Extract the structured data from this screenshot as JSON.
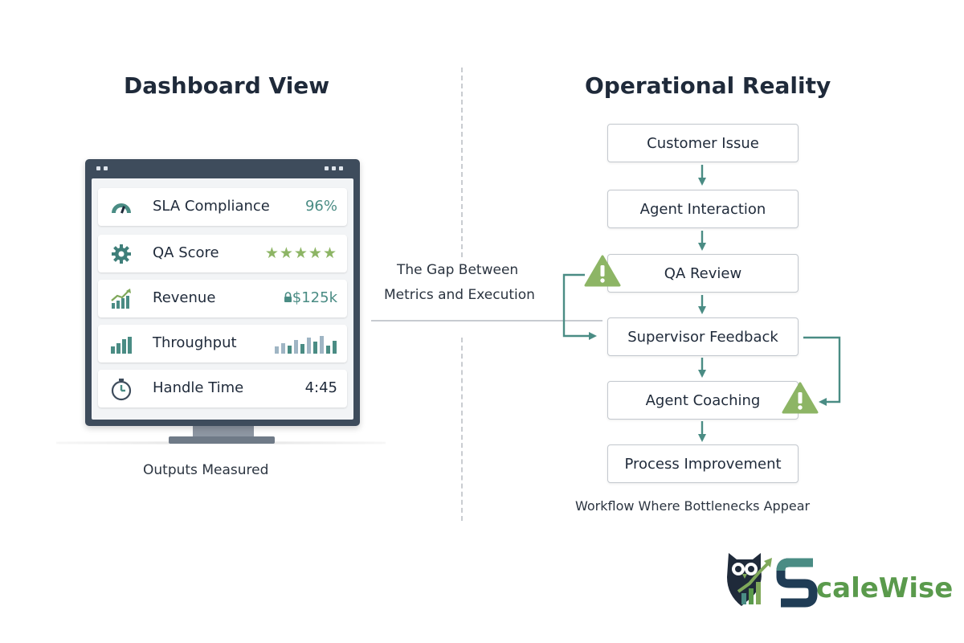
{
  "left_panel": {
    "title": "Dashboard View",
    "caption": "Outputs Measured",
    "metrics": [
      {
        "label": "SLA Compliance",
        "value": "96%",
        "icon": "gauge-icon"
      },
      {
        "label": "QA Score",
        "value": "",
        "stars": 5,
        "icon": "gear-icon"
      },
      {
        "label": "Revenue",
        "value": "$125k",
        "icon": "trend-chart-icon"
      },
      {
        "label": "Throughput",
        "value": "",
        "icon": "bar-chart-icon"
      },
      {
        "label": "Handle Time",
        "value": "4:45",
        "icon": "stopwatch-icon"
      }
    ]
  },
  "center": {
    "gap_line1": "The Gap Between",
    "gap_line2": "Metrics and Execution"
  },
  "right_panel": {
    "title": "Operational Reality",
    "caption": "Workflow Where Bottlenecks Appear",
    "steps": [
      "Customer Issue",
      "Agent Interaction",
      "QA Review",
      "Supervisor Feedback",
      "Agent Coaching",
      "Process Improvement"
    ],
    "warnings": [
      "warning-icon",
      "warning-icon"
    ]
  },
  "logo": {
    "text": "ScaleWise"
  },
  "colors": {
    "teal": "#4a8c84",
    "green": "#7fa85a",
    "warning": "#8db565",
    "navy": "#1f2a3a",
    "monitor": "#3e4c5c"
  }
}
